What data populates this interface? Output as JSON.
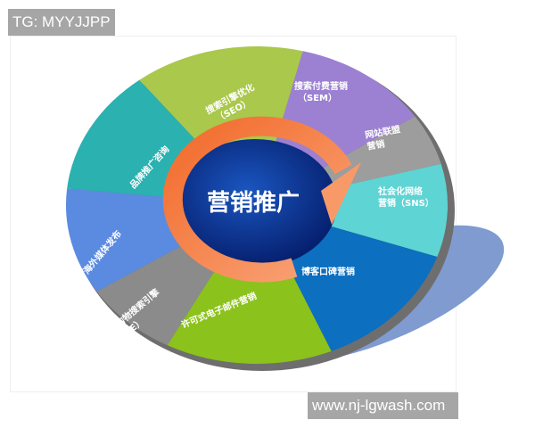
{
  "tag_label": "TG: MYYJJPP",
  "watermark": "www.nj-lgwash.com",
  "diagram": {
    "center_label": "营销推广",
    "segments": [
      {
        "id": "seo",
        "lines": [
          "搜索引擎优化",
          "（SEO）"
        ],
        "color": "#a9c84c"
      },
      {
        "id": "sem",
        "lines": [
          "搜索付费营销",
          "（SEM）"
        ],
        "color": "#9c80d2"
      },
      {
        "id": "affiliate",
        "lines": [
          "网站联盟",
          "营销"
        ],
        "color": "#9d9d9d"
      },
      {
        "id": "sns",
        "lines": [
          "社会化网络",
          "营销（SNS）"
        ],
        "color": "#5fd4d4"
      },
      {
        "id": "blog",
        "lines": [
          "博客口碑营销"
        ],
        "color": "#0c6fbf"
      },
      {
        "id": "email",
        "lines": [
          "许可式电子邮件营销"
        ],
        "color": "#8cc21c"
      },
      {
        "id": "cse",
        "lines": [
          "比较购物搜索引擎",
          "（CSE）"
        ],
        "color": "#8b8b8b"
      },
      {
        "id": "overseas",
        "lines": [
          "海外媒体发布"
        ],
        "color": "#5b8be0"
      },
      {
        "id": "brand",
        "lines": [
          "品牌推广咨询"
        ],
        "color": "#2ab1b0"
      }
    ],
    "center_color": "#0a2f8a",
    "arrow_color": "#f47c3c",
    "shadow_color": "#7f9bd0",
    "rim_color": "#6e6e6e"
  }
}
